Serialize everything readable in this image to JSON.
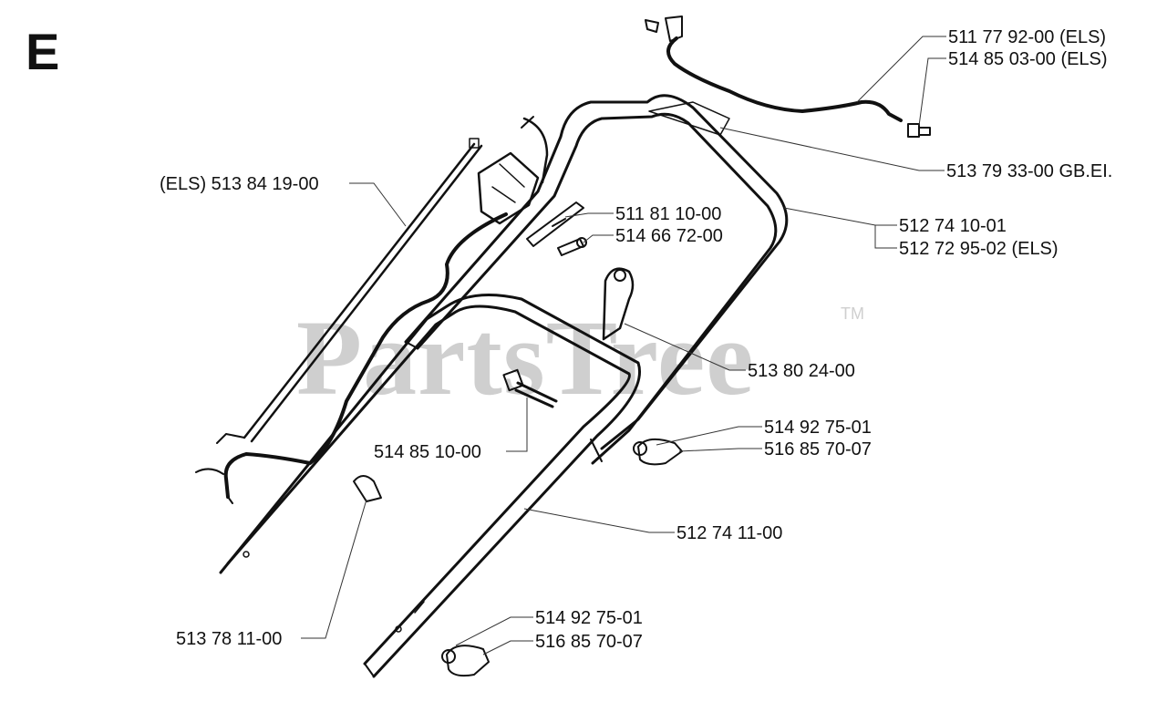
{
  "section_letter": "E",
  "watermark": {
    "text": "PartsTree",
    "trademark": "TM"
  },
  "labels": {
    "cable_upper": "511 77 92-00 (ELS)",
    "screw_upper": "514 85 03-00 (ELS)",
    "decal": "513 79 33-00 GB.EI.",
    "upper_handle_a": "512 74 10-01",
    "upper_handle_b": "512 72 95-02 (ELS)",
    "rod": "(ELS) 513 84 19-00",
    "plate": "511 81 10-00",
    "plate_screw": "514 66 72-00",
    "cable_guide": "513 80 24-00",
    "bolt": "514 85 10-00",
    "knob_mid_a": "514 92 75-01",
    "knob_mid_b": "516 85 70-07",
    "lower_handle": "512 74 11-00",
    "cable_clip": "513 78 11-00",
    "knob_low_a": "514 92 75-01",
    "knob_low_b": "516 85 70-07"
  }
}
